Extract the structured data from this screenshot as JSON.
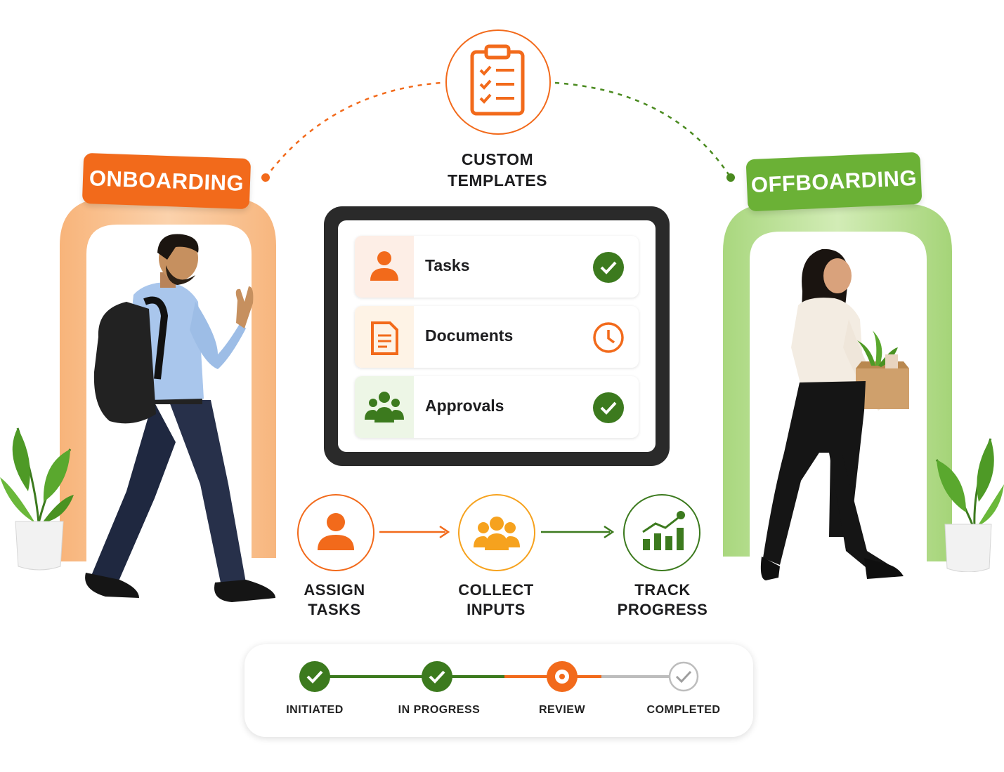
{
  "banners": {
    "onboarding": "ONBOARDING",
    "offboarding": "OFFBOARDING"
  },
  "template": {
    "line1": "CUSTOM",
    "line2": "TEMPLATES",
    "icon": "clipboard-checklist-icon"
  },
  "checklist": [
    {
      "label": "Tasks",
      "icon": "person-icon",
      "status": "done"
    },
    {
      "label": "Documents",
      "icon": "document-icon",
      "status": "pending"
    },
    {
      "label": "Approvals",
      "icon": "group-icon",
      "status": "done"
    }
  ],
  "flow": [
    {
      "line1": "ASSIGN",
      "line2": "TASKS",
      "icon": "person-icon"
    },
    {
      "line1": "COLLECT",
      "line2": "INPUTS",
      "icon": "group-icon"
    },
    {
      "line1": "TRACK",
      "line2": "PROGRESS",
      "icon": "growth-chart-icon"
    }
  ],
  "stages": [
    {
      "label": "INITIATED",
      "state": "done"
    },
    {
      "label": "IN PROGRESS",
      "state": "done"
    },
    {
      "label": "REVIEW",
      "state": "current"
    },
    {
      "label": "COMPLETED",
      "state": "upcoming"
    }
  ],
  "colors": {
    "orange": "#f26a1b",
    "green": "#4a8a1f",
    "light_green": "#6bb136",
    "amber": "#f6a21e",
    "grey": "#bdbdbd"
  }
}
